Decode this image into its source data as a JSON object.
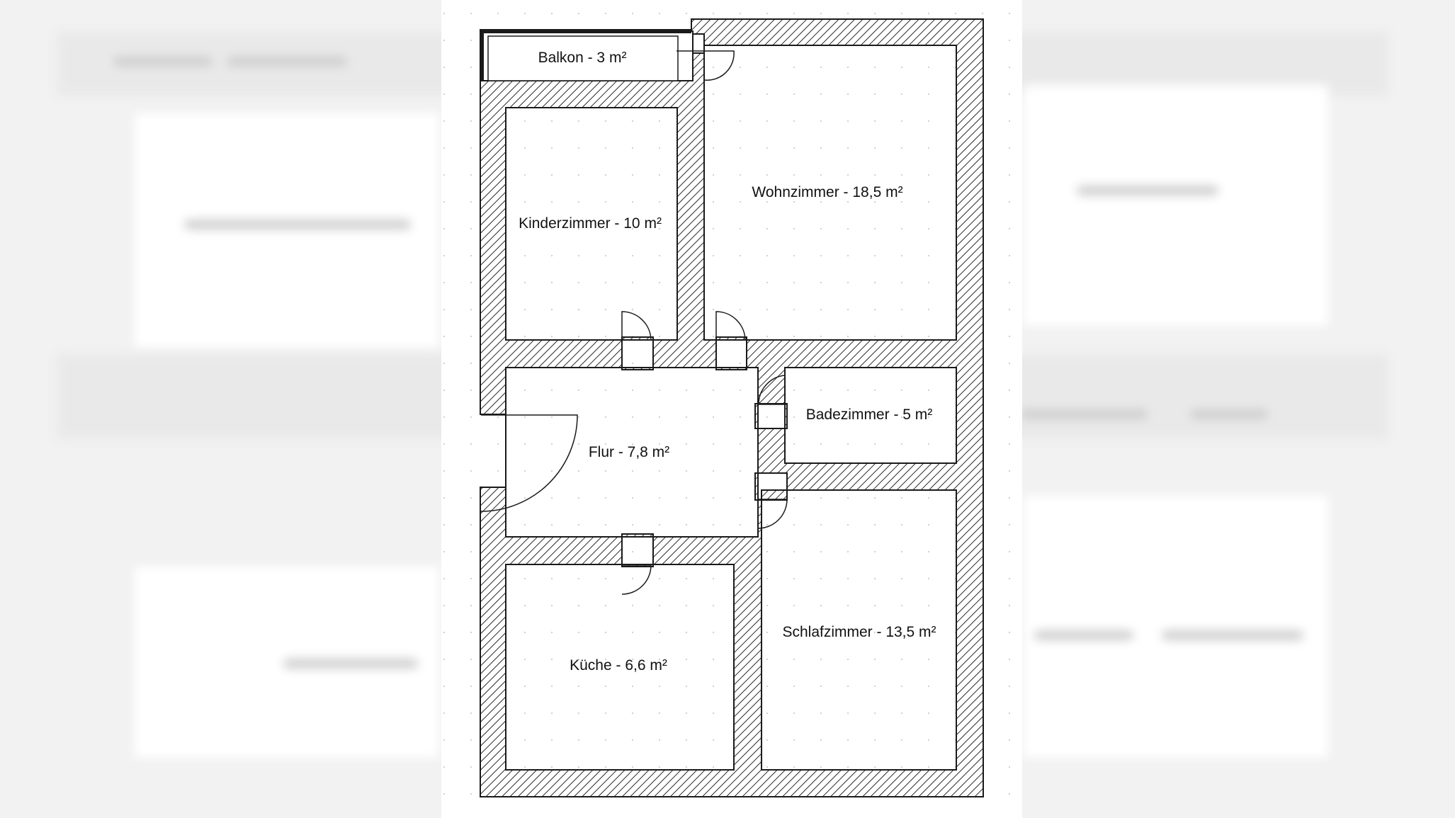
{
  "floorplan": {
    "rooms": {
      "balkon": "Balkon - 3 m²",
      "wohnzimmer": "Wohnzimmer - 18,5 m²",
      "kinderzimmer": "Kinderzimmer - 10 m²",
      "badezimmer": "Badezimmer - 5 m²",
      "flur": "Flur - 7,8 m²",
      "schlafzimmer": "Schlafzimmer - 13,5 m²",
      "kueche": "Küche - 6,6 m²"
    },
    "colors": {
      "wall_outline": "#1a1a1a",
      "hatch": "#2a2a2a",
      "background": "#ffffff",
      "backdrop": "#f2f2f2"
    }
  }
}
